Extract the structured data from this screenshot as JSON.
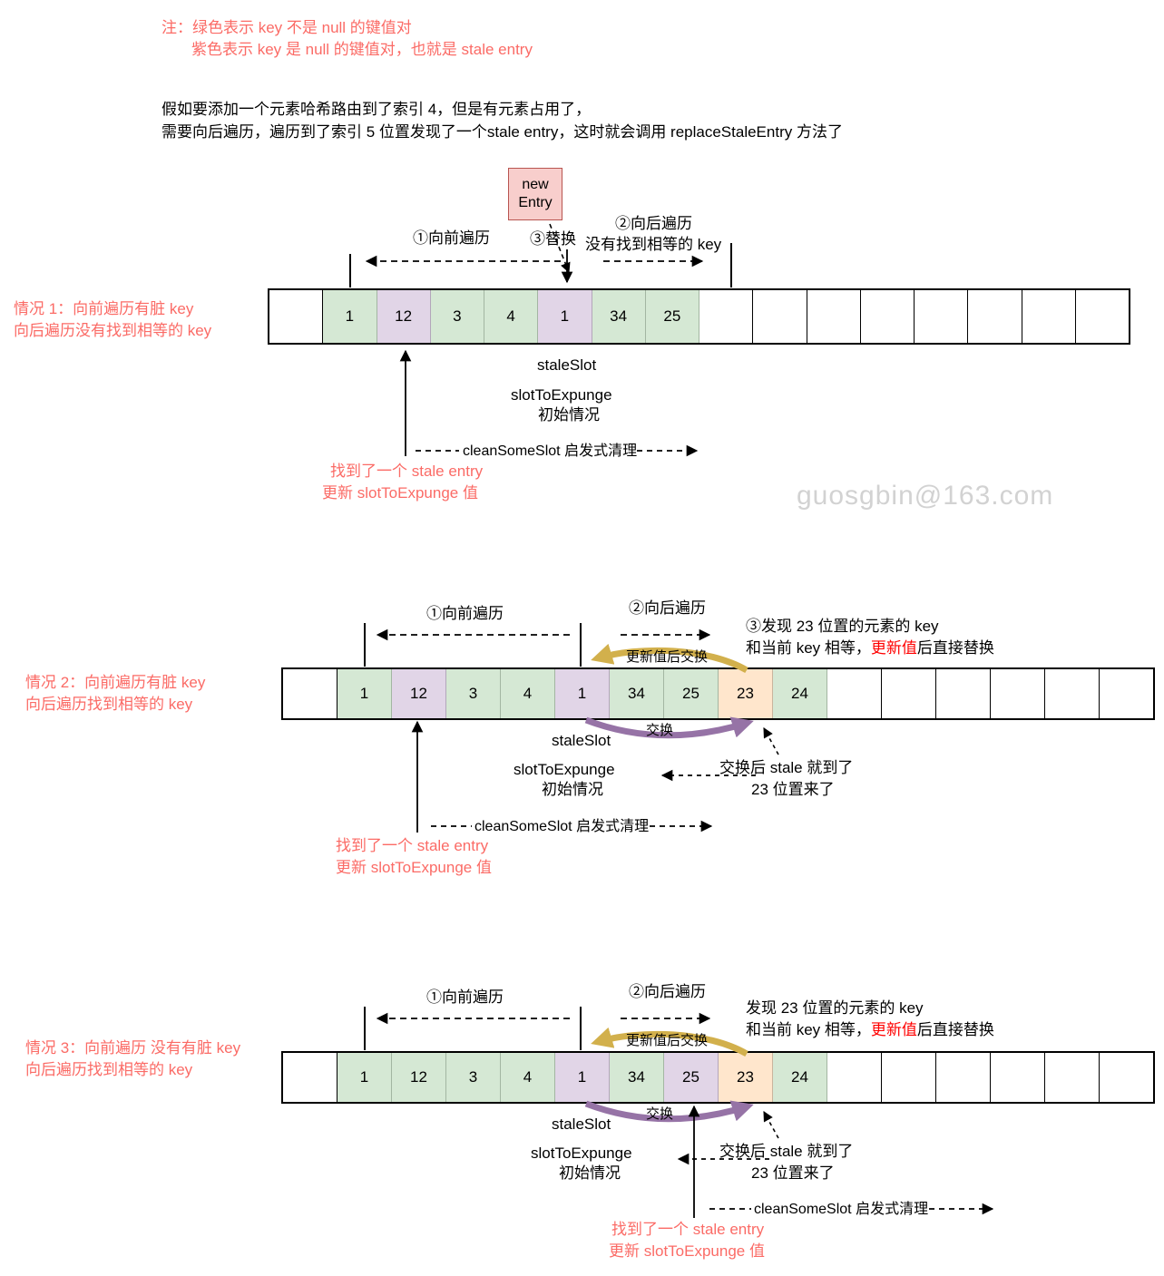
{
  "palette": {
    "green_cell": "#d5e8d4",
    "purple_cell": "#e1d5e7",
    "orange_cell": "#ffe6cc",
    "new_entry_fill": "#f8cecc",
    "new_entry_border": "#b85450",
    "red_text": "#fb6b66",
    "highlight_red": "#ff0000",
    "yellow_arrow": "#d2b04c",
    "purple_arrow": "#9673a6",
    "watermark_gray": "#d2d2d2"
  },
  "note": {
    "line1": "注：绿色表示 key 不是 null 的键值对",
    "line2": "紫色表示 key 是 null 的键值对，也就是 stale entry"
  },
  "intro": {
    "line1": "假如要添加一个元素哈希路由到了索引 4，但是有元素占用了，",
    "line2": "需要向后遍历，遍历到了索引 5 位置发现了一个stale entry，这时就会调用 replaceStaleEntry 方法了"
  },
  "watermark": "guosgbin@163.com",
  "labels": {
    "forward": "①向前遍历",
    "backward": "②向后遍历",
    "replace": "③替换",
    "no_equal_key": "没有找到相等的 key",
    "new_entry_line1": "new",
    "new_entry_line2": "Entry",
    "stale_slot": "staleSlot",
    "slot_to_expunge": "slotToExpunge",
    "initial_state": "初始情况",
    "clean_some_slot": "cleanSomeSlot 启发式清理",
    "found_stale": "找到了一个 stale entry",
    "update_expunge": "更新 slotToExpunge 值",
    "swap": "交换",
    "update_then_swap": "更新值后交换",
    "after_swap_line1": "交换后 stale 就到了",
    "after_swap_line2": "23 位置来了"
  },
  "case1": {
    "title_line1": "情况 1：向前遍历有脏 key",
    "title_line2": "向后遍历没有找到相等的 key",
    "cells": [
      {
        "v": "",
        "c": ""
      },
      {
        "v": "1",
        "c": "green"
      },
      {
        "v": "12",
        "c": "purple"
      },
      {
        "v": "3",
        "c": "green"
      },
      {
        "v": "4",
        "c": "green"
      },
      {
        "v": "1",
        "c": "purple"
      },
      {
        "v": "34",
        "c": "green"
      },
      {
        "v": "25",
        "c": "green"
      },
      {
        "v": "",
        "c": ""
      },
      {
        "v": "",
        "c": ""
      },
      {
        "v": "",
        "c": ""
      },
      {
        "v": "",
        "c": ""
      },
      {
        "v": "",
        "c": ""
      },
      {
        "v": "",
        "c": ""
      },
      {
        "v": "",
        "c": ""
      },
      {
        "v": "",
        "c": ""
      }
    ]
  },
  "case2": {
    "title_line1": "情况 2：向前遍历有脏 key",
    "title_line2": "向后遍历找到相等的 key",
    "found_line1": "③发现 23 位置的元素的 key",
    "found_pre": "和当前 key 相等，",
    "found_red": "更新值",
    "found_post": "后直接替换",
    "cells": [
      {
        "v": "",
        "c": ""
      },
      {
        "v": "1",
        "c": "green"
      },
      {
        "v": "12",
        "c": "purple"
      },
      {
        "v": "3",
        "c": "green"
      },
      {
        "v": "4",
        "c": "green"
      },
      {
        "v": "1",
        "c": "purple"
      },
      {
        "v": "34",
        "c": "green"
      },
      {
        "v": "25",
        "c": "green"
      },
      {
        "v": "23",
        "c": "orange"
      },
      {
        "v": "24",
        "c": "green"
      },
      {
        "v": "",
        "c": ""
      },
      {
        "v": "",
        "c": ""
      },
      {
        "v": "",
        "c": ""
      },
      {
        "v": "",
        "c": ""
      },
      {
        "v": "",
        "c": ""
      },
      {
        "v": "",
        "c": ""
      }
    ]
  },
  "case3": {
    "title_line1": "情况 3：向前遍历 没有有脏 key",
    "title_line2": "向后遍历找到相等的 key",
    "found_line1": "发现 23 位置的元素的 key",
    "found_pre": "和当前 key 相等，",
    "found_red": "更新值",
    "found_post": "后直接替换",
    "cells": [
      {
        "v": "",
        "c": ""
      },
      {
        "v": "1",
        "c": "green"
      },
      {
        "v": "12",
        "c": "green"
      },
      {
        "v": "3",
        "c": "green"
      },
      {
        "v": "4",
        "c": "green"
      },
      {
        "v": "1",
        "c": "purple"
      },
      {
        "v": "34",
        "c": "green"
      },
      {
        "v": "25",
        "c": "purple"
      },
      {
        "v": "23",
        "c": "orange"
      },
      {
        "v": "24",
        "c": "green"
      },
      {
        "v": "",
        "c": ""
      },
      {
        "v": "",
        "c": ""
      },
      {
        "v": "",
        "c": ""
      },
      {
        "v": "",
        "c": ""
      },
      {
        "v": "",
        "c": ""
      },
      {
        "v": "",
        "c": ""
      }
    ]
  }
}
